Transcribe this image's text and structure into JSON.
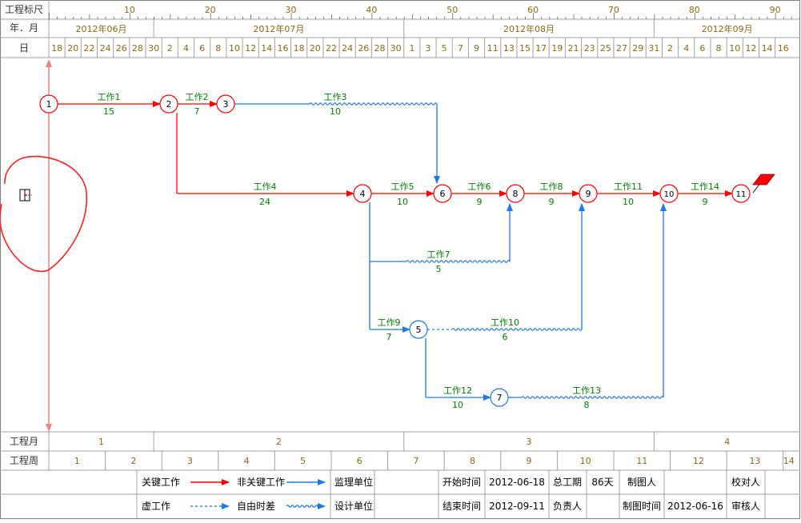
{
  "header": {
    "ruler_label": "工程标尺",
    "month_label": "年．月",
    "day_label": "日",
    "ruler_ticks": [
      "10",
      "20",
      "30",
      "40",
      "50",
      "60",
      "70",
      "80",
      "90"
    ],
    "months": [
      "2012年06月",
      "2012年07月",
      "2012年08月",
      "2012年09月"
    ],
    "days": [
      "18",
      "20",
      "22",
      "24",
      "26",
      "28",
      "30",
      "2",
      "4",
      "6",
      "8",
      "10",
      "12",
      "14",
      "16",
      "18",
      "20",
      "22",
      "24",
      "26",
      "28",
      "30",
      "1",
      "3",
      "5",
      "7",
      "9",
      "11",
      "13",
      "15",
      "17",
      "19",
      "21",
      "23",
      "25",
      "27",
      "29",
      "31",
      "2",
      "4",
      "6",
      "8",
      "10",
      "12",
      "14",
      "16"
    ]
  },
  "network": {
    "nodes": [
      {
        "id": "1",
        "label": "1",
        "critical": true
      },
      {
        "id": "2",
        "label": "2",
        "critical": true
      },
      {
        "id": "3",
        "label": "3",
        "critical": true
      },
      {
        "id": "4",
        "label": "4",
        "critical": true
      },
      {
        "id": "5",
        "label": "5",
        "critical": false
      },
      {
        "id": "6",
        "label": "6",
        "critical": true
      },
      {
        "id": "7",
        "label": "7",
        "critical": false
      },
      {
        "id": "8",
        "label": "8",
        "critical": true
      },
      {
        "id": "9",
        "label": "9",
        "critical": true
      },
      {
        "id": "10",
        "label": "10",
        "critical": true
      },
      {
        "id": "11",
        "label": "11",
        "critical": true
      }
    ],
    "tasks": [
      {
        "name": "工作1",
        "duration": "15",
        "from": "1",
        "to": "2",
        "critical": true
      },
      {
        "name": "工作2",
        "duration": "7",
        "from": "2",
        "to": "3",
        "critical": true
      },
      {
        "name": "工作3",
        "duration": "10",
        "from": "3",
        "to": "6",
        "critical": false
      },
      {
        "name": "工作4",
        "duration": "24",
        "from": "2",
        "to": "4",
        "critical": true
      },
      {
        "name": "工作5",
        "duration": "10",
        "from": "4",
        "to": "6",
        "critical": true
      },
      {
        "name": "工作6",
        "duration": "9",
        "from": "6",
        "to": "8",
        "critical": true
      },
      {
        "name": "工作7",
        "duration": "5",
        "from": "4",
        "to": "8",
        "critical": false
      },
      {
        "name": "工作8",
        "duration": "9",
        "from": "8",
        "to": "9",
        "critical": true
      },
      {
        "name": "工作9",
        "duration": "7",
        "from": "4",
        "to": "5",
        "critical": false
      },
      {
        "name": "工作10",
        "duration": "6",
        "from": "5",
        "to": "9",
        "critical": false
      },
      {
        "name": "工作11",
        "duration": "10",
        "from": "9",
        "to": "10",
        "critical": true
      },
      {
        "name": "工作12",
        "duration": "10",
        "from": "5",
        "to": "7",
        "critical": false
      },
      {
        "name": "工作13",
        "duration": "8",
        "from": "7",
        "to": "10",
        "critical": false
      },
      {
        "name": "工作14",
        "duration": "9",
        "from": "10",
        "to": "11",
        "critical": true
      }
    ]
  },
  "footer": {
    "project_month_label": "工程月",
    "project_months": [
      "1",
      "2",
      "3",
      "4"
    ],
    "project_week_label": "工程周",
    "project_weeks": [
      "1",
      "2",
      "3",
      "4",
      "5",
      "6",
      "7",
      "8",
      "9",
      "10",
      "11",
      "12",
      "13",
      "14"
    ]
  },
  "legend": {
    "critical": "关键工作",
    "noncritical": "非关键工作",
    "supervisor": "监理单位",
    "virtual": "虚工作",
    "free_float": "自由时差",
    "design_unit": "设计单位",
    "start_time_label": "开始时间",
    "start_time": "2012-06-18",
    "end_time_label": "结束时间",
    "end_time": "2012-09-11",
    "total_period_label": "总工期",
    "total_period": "86天",
    "manager_label": "负责人",
    "drafter_label": "制图人",
    "draw_time_label": "制图时间",
    "draw_time": "2012-06-16",
    "checker_label": "校对人",
    "auditor_label": "审核人"
  },
  "colors": {
    "critical": "#ff0000",
    "noncritical": "#1e78e6",
    "label_text": "#008000",
    "header_text": "#8b6914",
    "grid": "#a0a0a0",
    "timeline": "#f08080"
  }
}
